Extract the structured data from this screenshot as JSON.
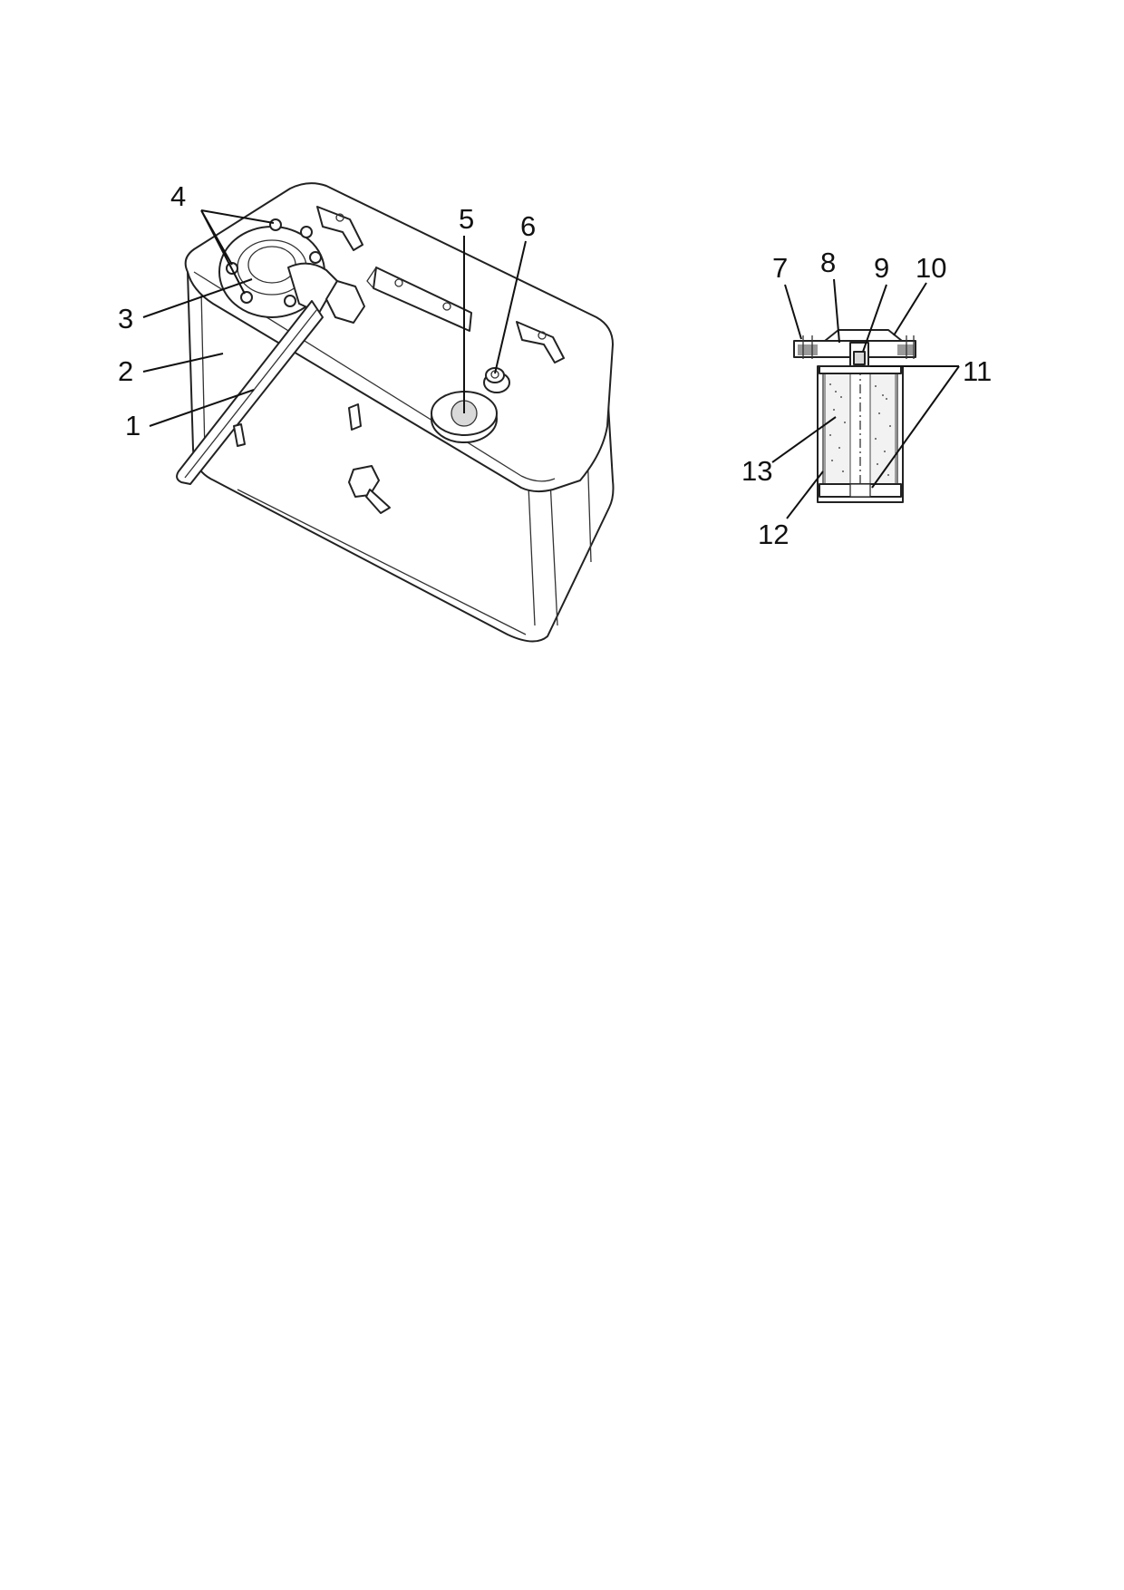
{
  "figure": {
    "tank_callouts": [
      "1",
      "2",
      "3",
      "4",
      "5",
      "6"
    ],
    "filter_callouts": [
      "7",
      "8",
      "9",
      "10",
      "11",
      "12",
      "13"
    ]
  },
  "icons": {
    "tank": "hydraulic-oil-tank-drawing",
    "filter": "filter-cross-section-drawing"
  }
}
